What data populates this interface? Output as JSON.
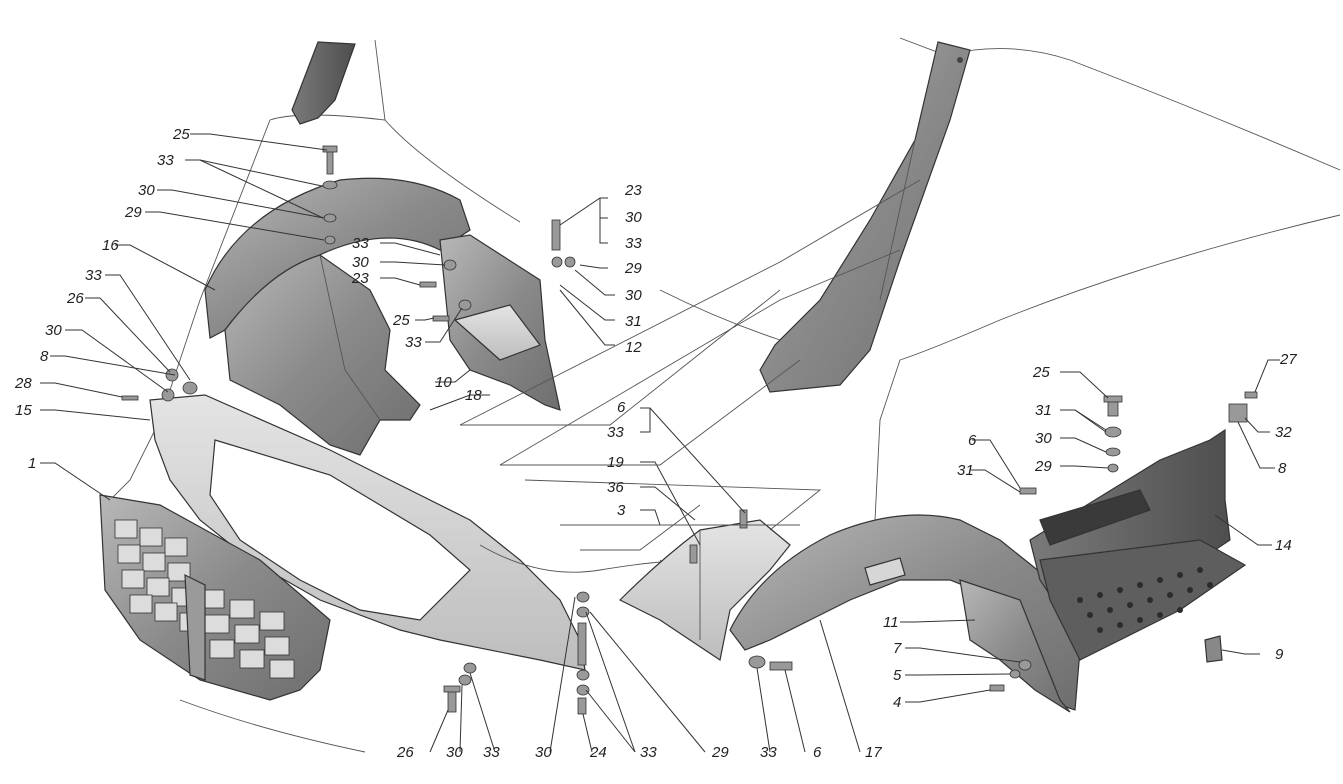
{
  "callouts": [
    {
      "id": "c25a",
      "text": "25"
    },
    {
      "id": "c33a",
      "text": "33"
    },
    {
      "id": "c30a",
      "text": "30"
    },
    {
      "id": "c29a",
      "text": "29"
    },
    {
      "id": "c16",
      "text": "16"
    },
    {
      "id": "c33b",
      "text": "33"
    },
    {
      "id": "c26a",
      "text": "26"
    },
    {
      "id": "c30b",
      "text": "30"
    },
    {
      "id": "c8a",
      "text": "8"
    },
    {
      "id": "c28",
      "text": "28"
    },
    {
      "id": "c15",
      "text": "15"
    },
    {
      "id": "c1",
      "text": "1"
    },
    {
      "id": "c33c",
      "text": "33"
    },
    {
      "id": "c30c",
      "text": "30"
    },
    {
      "id": "c23a",
      "text": "23"
    },
    {
      "id": "c25b",
      "text": "25"
    },
    {
      "id": "c33d",
      "text": "33"
    },
    {
      "id": "c10",
      "text": "10"
    },
    {
      "id": "c18",
      "text": "18"
    },
    {
      "id": "c23b",
      "text": "23"
    },
    {
      "id": "c30d",
      "text": "30"
    },
    {
      "id": "c33e",
      "text": "33"
    },
    {
      "id": "c29b",
      "text": "29"
    },
    {
      "id": "c30e",
      "text": "30"
    },
    {
      "id": "c31a",
      "text": "31"
    },
    {
      "id": "c12",
      "text": "12"
    },
    {
      "id": "c6a",
      "text": "6"
    },
    {
      "id": "c33f",
      "text": "33"
    },
    {
      "id": "c19",
      "text": "19"
    },
    {
      "id": "c36",
      "text": "36"
    },
    {
      "id": "c3",
      "text": "3"
    },
    {
      "id": "c25c",
      "text": "25"
    },
    {
      "id": "c27",
      "text": "27"
    },
    {
      "id": "c31b",
      "text": "31"
    },
    {
      "id": "c32",
      "text": "32"
    },
    {
      "id": "c30f",
      "text": "30"
    },
    {
      "id": "c8b",
      "text": "8"
    },
    {
      "id": "c29c",
      "text": "29"
    },
    {
      "id": "c6b",
      "text": "6"
    },
    {
      "id": "c31c",
      "text": "31"
    },
    {
      "id": "c14",
      "text": "14"
    },
    {
      "id": "c11",
      "text": "11"
    },
    {
      "id": "c7",
      "text": "7"
    },
    {
      "id": "c5",
      "text": "5"
    },
    {
      "id": "c4",
      "text": "4"
    },
    {
      "id": "c9",
      "text": "9"
    },
    {
      "id": "c26b",
      "text": "26"
    },
    {
      "id": "c30g",
      "text": "30"
    },
    {
      "id": "c33g",
      "text": "33"
    },
    {
      "id": "c30h",
      "text": "30"
    },
    {
      "id": "c24",
      "text": "24"
    },
    {
      "id": "c33h",
      "text": "33"
    },
    {
      "id": "c29d",
      "text": "29"
    },
    {
      "id": "c33i",
      "text": "33"
    },
    {
      "id": "c6c",
      "text": "6"
    },
    {
      "id": "c17",
      "text": "17"
    }
  ]
}
